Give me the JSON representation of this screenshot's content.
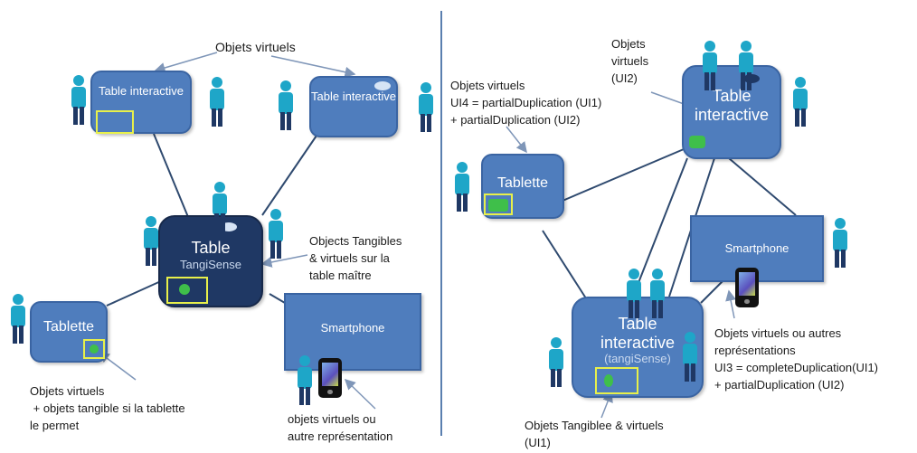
{
  "left": {
    "top_label": "Objets virtuels",
    "table1": "Table interactive",
    "table2": "Table interactive",
    "master_title": "Table",
    "master_sub": "TangiSense",
    "master_label": "Objects Tangibles\n& virtuels sur la\ntable maître",
    "tablet": "Tablette",
    "tablet_label": "Objets virtuels\n + objets tangible si la tablette\nle permet",
    "phone": "Smartphone",
    "phone_label": "objets virtuels ou\nautre représentation"
  },
  "right": {
    "top_label": "Objets\nvirtuels\n(UI2)",
    "table_top": "Table interactive",
    "tablet": "Tablette",
    "tablet_label": "Objets virtuels\nUI4 = partialDuplication (UI1)\n+ partialDuplication (UI2)",
    "phone": "Smartphone",
    "phone_label": "Objets virtuels ou autres\nreprésentations\nUI3 = completeDuplication(UI1)\n+ partialDuplication (UI2)",
    "bottom_table": "Table\ninteractive",
    "bottom_sub": "(tangiSense)",
    "bottom_label": "Objets Tangiblee & virtuels\n(UI1)"
  },
  "colors": {
    "node": "#4f7dbd",
    "dark_node": "#1f3864",
    "person": "#1ea6c8",
    "highlight": "#e8f04a"
  }
}
